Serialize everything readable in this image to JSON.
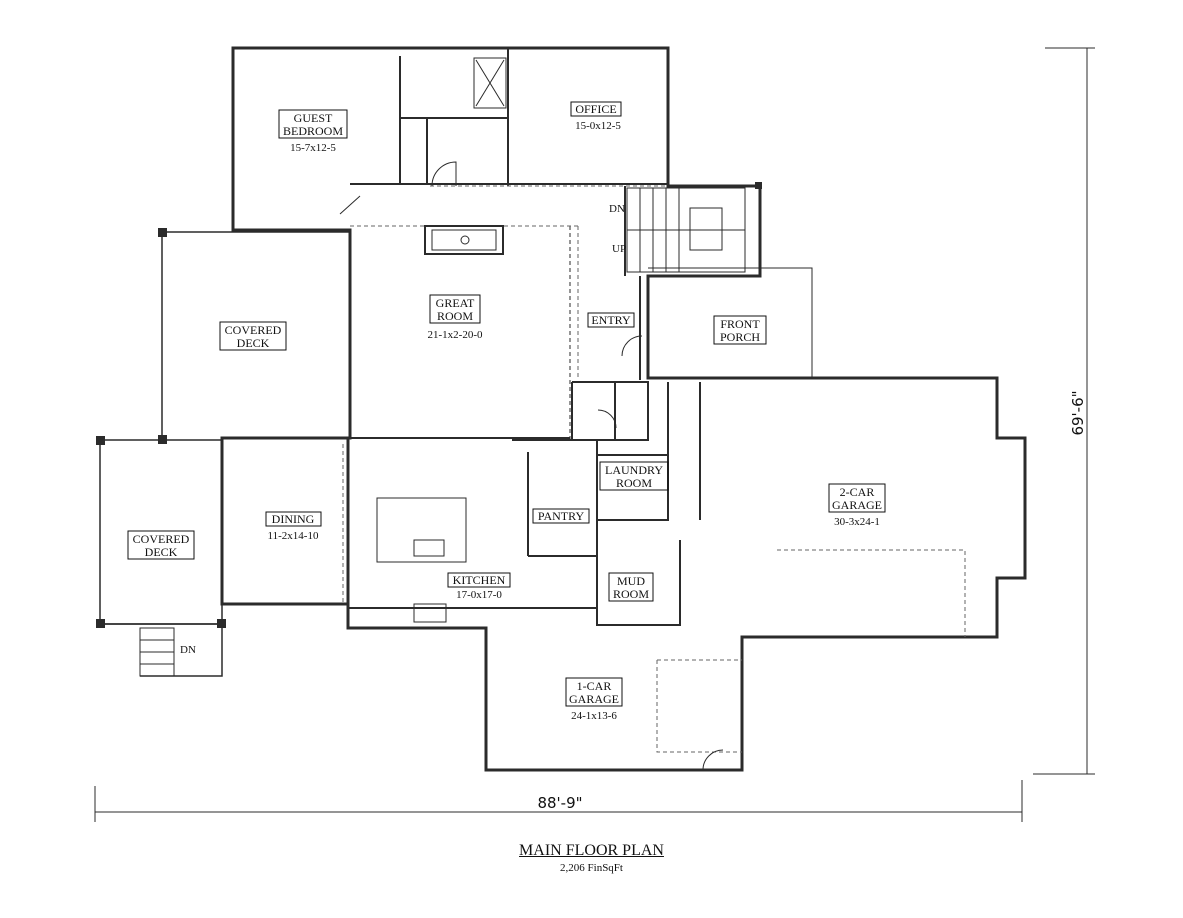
{
  "plan": {
    "title": "MAIN FLOOR PLAN",
    "subtitle": "2,206 FinSqFt",
    "overall_width": "88'-9\"",
    "overall_depth": "69'-6\""
  },
  "rooms": {
    "guest_bedroom": {
      "name_line1": "GUEST",
      "name_line2": "BEDROOM",
      "size": "15-7x12-5"
    },
    "office": {
      "name": "OFFICE",
      "size": "15-0x12-5"
    },
    "great_room": {
      "name_line1": "GREAT",
      "name_line2": "ROOM",
      "size": "21-1x2-20-0"
    },
    "covered_deck_upper": {
      "name_line1": "COVERED",
      "name_line2": "DECK"
    },
    "covered_deck_lower": {
      "name_line1": "COVERED",
      "name_line2": "DECK"
    },
    "dining": {
      "name": "DINING",
      "size": "11-2x14-10"
    },
    "kitchen": {
      "name": "KITCHEN",
      "size": "17-0x17-0"
    },
    "pantry": {
      "name": "PANTRY"
    },
    "laundry": {
      "name_line1": "LAUNDRY",
      "name_line2": "ROOM"
    },
    "mud_room": {
      "name_line1": "MUD",
      "name_line2": "ROOM"
    },
    "entry": {
      "name": "ENTRY"
    },
    "front_porch": {
      "name_line1": "FRONT",
      "name_line2": "PORCH"
    },
    "garage_2car": {
      "name_line1": "2-CAR",
      "name_line2": "GARAGE",
      "size": "30-3x24-1"
    },
    "garage_1car": {
      "name_line1": "1-CAR",
      "name_line2": "GARAGE",
      "size": "24-1x13-6"
    }
  },
  "stairs": {
    "down_label": "DN",
    "up_label": "UP",
    "deck_stair_label": "DN"
  },
  "colors": {
    "wall": "#2b2b2b",
    "ink": "#111111",
    "dashed": "#666666"
  }
}
